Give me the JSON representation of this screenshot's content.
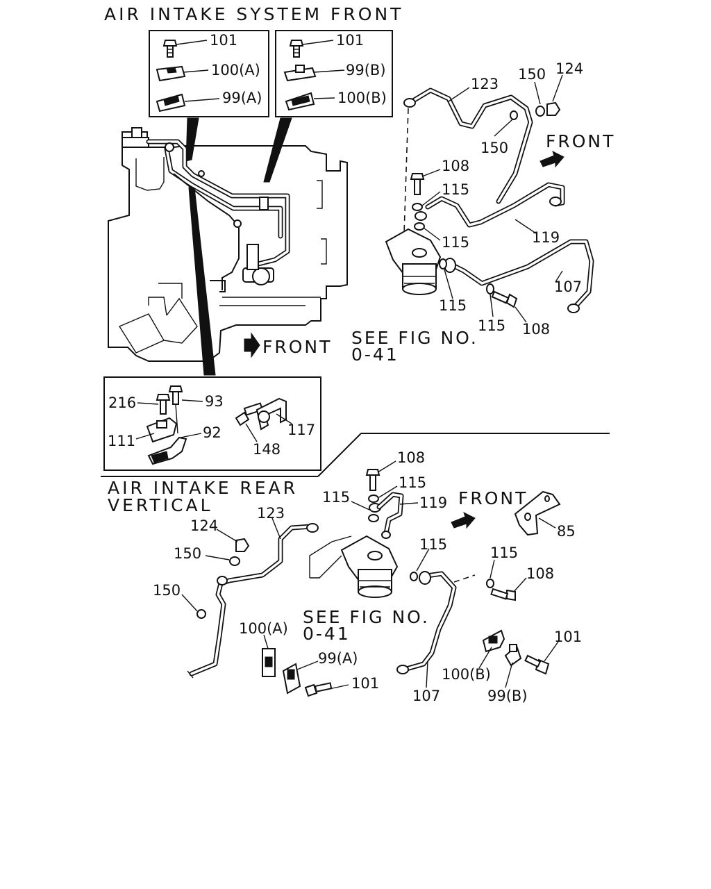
{
  "titles": {
    "front": "AIR INTAKE SYSTEM FRONT",
    "rear_line1": "AIR INTAKE REAR",
    "rear_line2": "VERTICAL"
  },
  "notes": {
    "front_ref_line1": "SEE FIG NO.",
    "front_ref_line2": "0-41",
    "rear_ref_line1": "SEE FIG NO.",
    "rear_ref_line2": "0-41"
  },
  "direction": {
    "engine_front": "FRONT",
    "front_section": "FRONT",
    "rear_section": "FRONT"
  },
  "inset_a": {
    "bolt": "101",
    "clip_upper": "100(A)",
    "clip_lower": "99(A)"
  },
  "inset_b": {
    "bolt": "101",
    "clip_upper": "99(B)",
    "clip_lower": "100(B)"
  },
  "inset_c": {
    "bolt_left": "216",
    "bolt_right": "93",
    "bracket": "111",
    "clip": "92",
    "bolt_side": "148",
    "clamp": "117"
  },
  "front_parts": {
    "pipe_return": "123",
    "washer_top": "150",
    "nut_top": "124",
    "washer_mid": "150",
    "eye_bolt_top": "108",
    "washer_a": "115",
    "washer_b": "115",
    "pipe_feed": "119",
    "washer_c": "115",
    "pipe_lower": "107",
    "washer_d": "115",
    "eye_bolt_low": "108"
  },
  "rear_parts": {
    "eye_bolt_top": "108",
    "washer_a": "115",
    "washer_b": "115",
    "pipe_feed": "119",
    "bracket": "85",
    "pipe_return": "123",
    "nut": "124",
    "washer_upper": "150",
    "washer_lower": "150",
    "washer_c": "115",
    "washer_d": "115",
    "eye_bolt_side": "108",
    "clip_a_upper": "100(A)",
    "clip_a_lower": "99(A)",
    "bolt_a": "101",
    "pipe_lower": "107",
    "clip_b_upper": "100(B)",
    "clip_b_lower": "99(B)",
    "bolt_b": "101"
  }
}
